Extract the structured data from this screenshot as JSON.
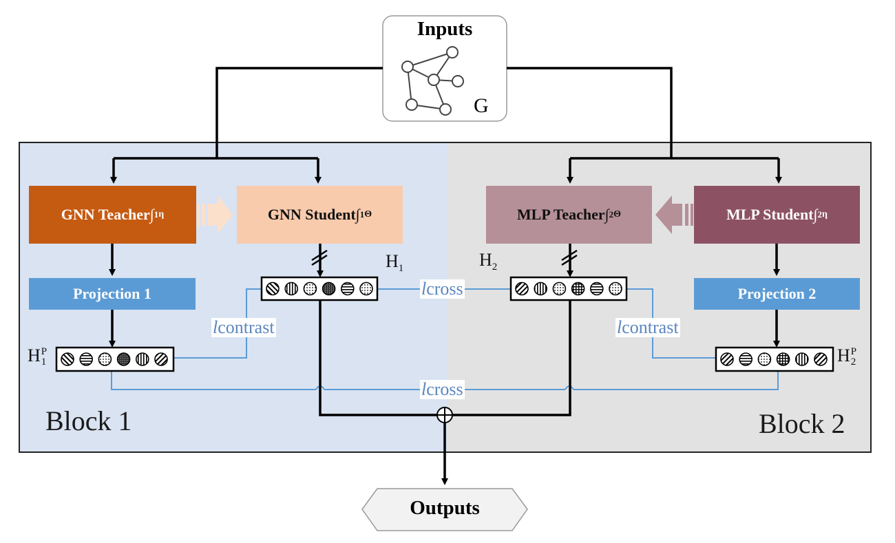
{
  "inputs": {
    "title": "Inputs",
    "graph_label": "G"
  },
  "outputs": {
    "label": "Outputs"
  },
  "block1": {
    "label": "Block 1",
    "teacher": {
      "name": "GNN Teacher ",
      "func": "∫",
      "sup": "1",
      "sub": "η"
    },
    "student": {
      "name": "GNN Student ",
      "func": "∫",
      "sup": "1",
      "sub": "Θ"
    },
    "projection": "Projection 1",
    "h_student": {
      "base": "H",
      "sub": "1"
    },
    "h_proj": {
      "base": "H",
      "sup": "P",
      "sub": "1"
    },
    "contrast_loss": {
      "l": "l",
      "text": "contrast"
    },
    "cells_student": [
      "backslash",
      "vertical",
      "dotted",
      "dark",
      "horizontal",
      "dotted"
    ],
    "cells_proj": [
      "backslash",
      "horizontal",
      "dotted",
      "dark",
      "vertical",
      "slash"
    ]
  },
  "block2": {
    "label": "Block 2",
    "teacher": {
      "name": "MLP Teacher ",
      "func": "∫",
      "sup": "2",
      "sub": "Θ"
    },
    "student": {
      "name": "MLP Student ",
      "func": "∫",
      "sup": "2",
      "sub": "η"
    },
    "projection": "Projection 2",
    "h_student": {
      "base": "H",
      "sub": "2"
    },
    "h_proj": {
      "base": "H",
      "sup": "P",
      "sub": "2"
    },
    "contrast_loss": {
      "l": "l",
      "text": "contrast"
    },
    "cells_student": [
      "slash",
      "vertical",
      "dotted",
      "grid",
      "horizontal",
      "dotted"
    ],
    "cells_proj": [
      "slash",
      "horizontal",
      "dotted",
      "grid",
      "vertical",
      "slash"
    ]
  },
  "cross_loss_top": {
    "l": "l",
    "text": "cross"
  },
  "cross_loss_bottom": {
    "l": "l",
    "text": "cross"
  },
  "colors": {
    "block1_bg": "#d9e3f2",
    "block2_bg": "#e3e2e3",
    "gnn_teacher": "#c55a11",
    "gnn_student": "#f8cbad",
    "mlp_teacher": "#b59099",
    "mlp_student": "#8c5264",
    "projection": "#5b9bd5",
    "loss_line": "#5b9bd5"
  }
}
